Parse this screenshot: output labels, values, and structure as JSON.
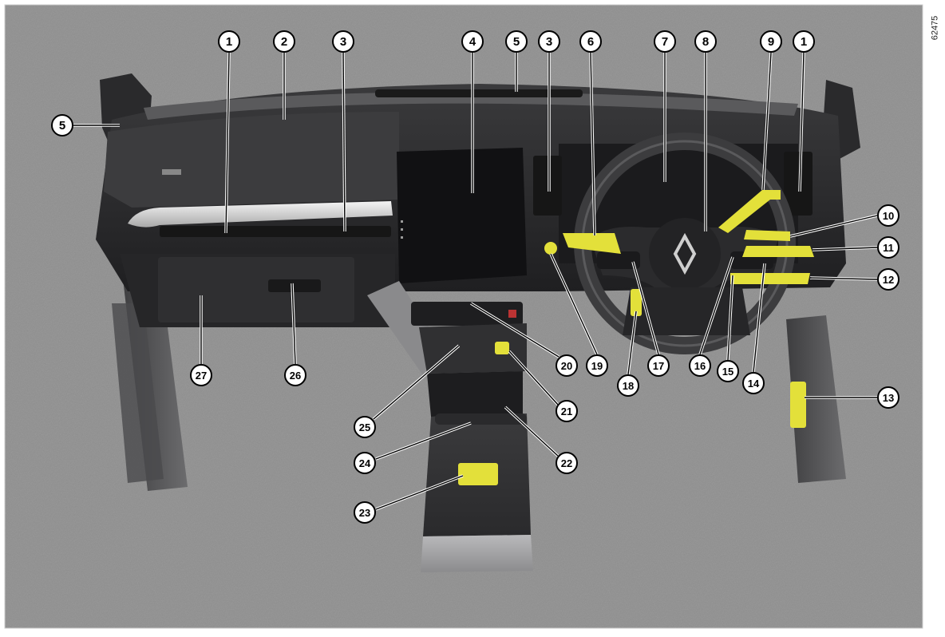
{
  "figure_ref": "62475",
  "colors": {
    "background": "#8f8f8f",
    "highlight": "#e3e03a",
    "dashboard": "#2c2c2e",
    "callout_fill": "#ffffff",
    "callout_stroke": "#000000"
  },
  "callouts": [
    {
      "id": "c1a",
      "label": "1"
    },
    {
      "id": "c2",
      "label": "2"
    },
    {
      "id": "c3a",
      "label": "3"
    },
    {
      "id": "c4",
      "label": "4"
    },
    {
      "id": "c5a",
      "label": "5"
    },
    {
      "id": "c3b",
      "label": "3"
    },
    {
      "id": "c6",
      "label": "6"
    },
    {
      "id": "c7",
      "label": "7"
    },
    {
      "id": "c8",
      "label": "8"
    },
    {
      "id": "c9",
      "label": "9"
    },
    {
      "id": "c1b",
      "label": "1"
    },
    {
      "id": "c5b",
      "label": "5"
    },
    {
      "id": "c10",
      "label": "10"
    },
    {
      "id": "c11",
      "label": "11"
    },
    {
      "id": "c12",
      "label": "12"
    },
    {
      "id": "c13",
      "label": "13"
    },
    {
      "id": "c14",
      "label": "14"
    },
    {
      "id": "c15",
      "label": "15"
    },
    {
      "id": "c16",
      "label": "16"
    },
    {
      "id": "c17",
      "label": "17"
    },
    {
      "id": "c18",
      "label": "18"
    },
    {
      "id": "c19",
      "label": "19"
    },
    {
      "id": "c20",
      "label": "20"
    },
    {
      "id": "c21",
      "label": "21"
    },
    {
      "id": "c22",
      "label": "22"
    },
    {
      "id": "c23",
      "label": "23"
    },
    {
      "id": "c24",
      "label": "24"
    },
    {
      "id": "c25",
      "label": "25"
    },
    {
      "id": "c26",
      "label": "26"
    },
    {
      "id": "c27",
      "label": "27"
    }
  ]
}
